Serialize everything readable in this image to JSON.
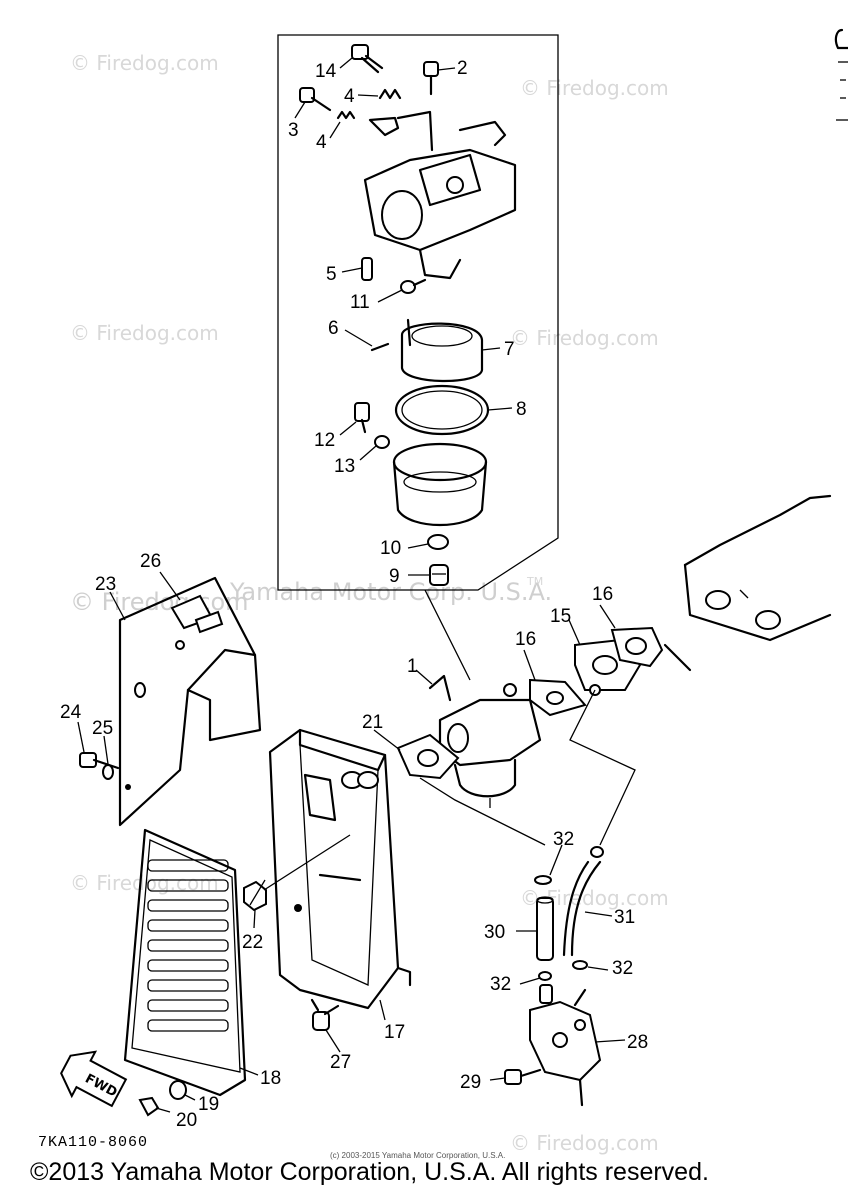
{
  "diagram": {
    "part_code": "7KA110-8060",
    "small_notice": "(c) 2003-2015 Yamaha Motor Corporation, U.S.A.",
    "copyright": "©2013 Yamaha Motor Corporation, U.S.A. All rights reserved.",
    "watermark_site": "© Firedog.com",
    "watermark_brand": "Yamaha Motor Corp. U.S.A.",
    "watermark_tm": "TM",
    "part_labels": {
      "p1": "1",
      "p2": "2",
      "p3": "3",
      "p4a": "4",
      "p4b": "4",
      "p5": "5",
      "p6": "6",
      "p7": "7",
      "p8": "8",
      "p9": "9",
      "p10": "10",
      "p11": "11",
      "p12": "12",
      "p13": "13",
      "p14": "14",
      "p15": "15",
      "p16a": "16",
      "p16b": "16",
      "p17": "17",
      "p18": "18",
      "p19": "19",
      "p20": "20",
      "p21": "21",
      "p22": "22",
      "p23": "23",
      "p24": "24",
      "p25": "25",
      "p26": "26",
      "p27": "27",
      "p28": "28",
      "p29": "29",
      "p30": "30",
      "p31": "31",
      "p32a": "32",
      "p32b": "32",
      "p32c": "32"
    },
    "arrow_text": "FWD"
  }
}
